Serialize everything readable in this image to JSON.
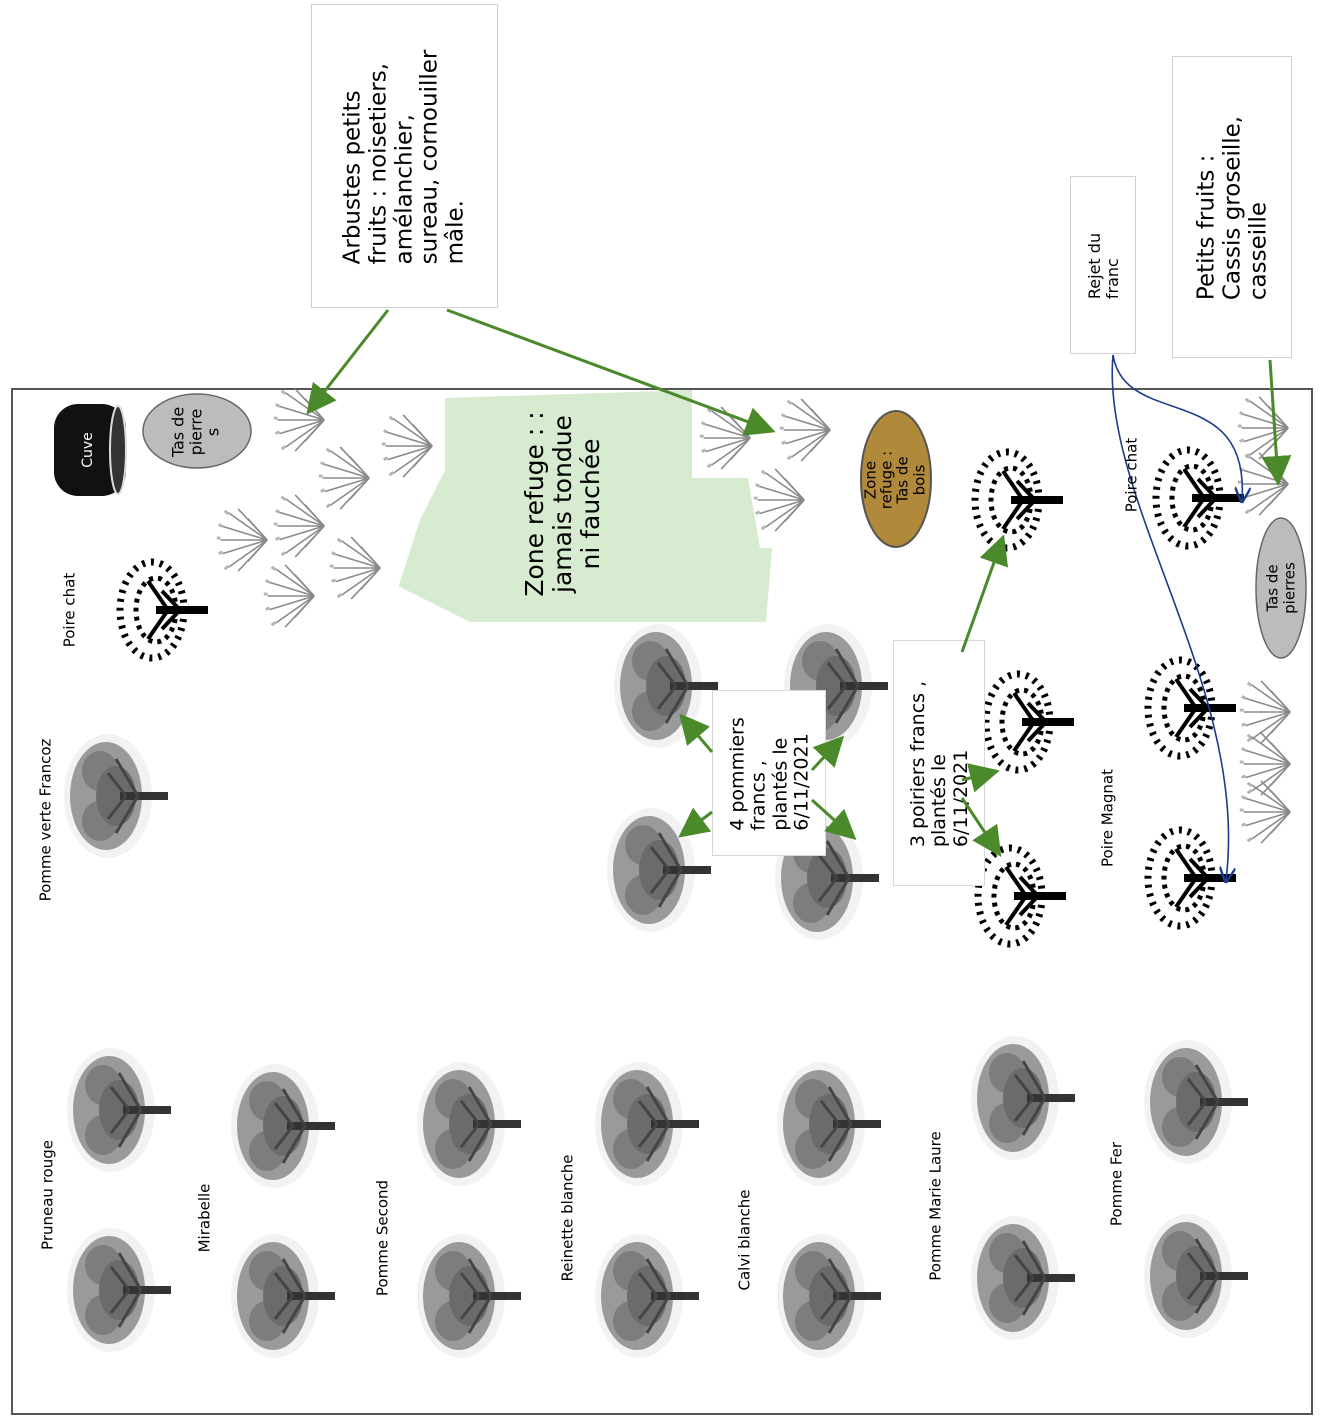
{
  "plot": {
    "arbustes_box": "Arbustes petits\nfruits : noisetiers,\namélanchier,\nsureau, cornouiller\nmâle.",
    "rejet_box": "Rejet du\nfranc",
    "petits_fruits_box": "Petits fruits :\nCassis groseille,\ncasseille",
    "cuve": "Cuve",
    "tas_pierres_1": "Tas de\npierre\ns",
    "tas_pierres_2": "Tas de\npierres",
    "zone_refuge_herbe": "Zone refuge : :\njamais tondue\nni fauchée",
    "zone_refuge_bois": "Zone\nrefuge :\nTas de\nbois",
    "pommiers_box": "4 pommiers\nfrancs ,\nplantés le\n6/11/2021",
    "poiriers_box": "3 poiriers francs ,\nplantés le\n6/11/2021",
    "labels": {
      "poire_chat_left": "Poire chat",
      "poire_chat_right": "Poire chat",
      "pomme_verte": "Pomme verte Francoz",
      "poire_magnat": "Poire Magnat",
      "pruneau_rouge": "Pruneau rouge",
      "mirabelle": "Mirabelle",
      "pomme_second": "Pomme Second",
      "reinette_blanche": "Reinette blanche",
      "calvi_blanche": "Calvi blanche",
      "pomme_marie_laure": "Pomme Marie Laure",
      "pomme_fer": "Pomme Fer"
    },
    "colors": {
      "arrow_green": "#4a8a2a",
      "rejet_line": "#1f3b8c",
      "zone_refuge_fill": "#d6ebcf",
      "bois_fill": "#b08a3a",
      "pierres_fill": "#bcbcbc",
      "cuve_fill": "#111111"
    }
  }
}
